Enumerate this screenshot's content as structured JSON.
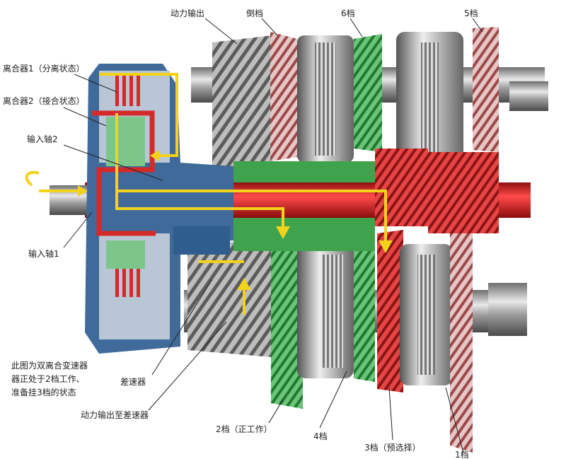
{
  "title": "双离合变速器 2档工作、预选3档 示意图",
  "labels": {
    "power_output": "动力输出",
    "reverse": "倒档",
    "gear6": "6档",
    "gear5": "5档",
    "clutch1": "离合器1（分离状态）",
    "clutch2": "离合器2（接合状态）",
    "input_shaft2": "输入轴2",
    "input_shaft1": "输入轴1",
    "differential": "差速器",
    "output_to_diff": "动力输出至差速器",
    "gear2": "2档（正工作）",
    "gear4": "4档",
    "gear3": "3档（预选择）",
    "gear1": "1档"
  },
  "caption": {
    "line1": "此图为双离合变速器",
    "line2": "器正处于2档工作、",
    "line3": "准备挂3档的状态"
  },
  "colors": {
    "active_green": "#3fa34d",
    "preselect_red": "#d42a2a",
    "power_flow_yellow": "#f2d21b",
    "housing_blue": "#3f6a9a",
    "steel_gray": "#9a9a9a"
  }
}
